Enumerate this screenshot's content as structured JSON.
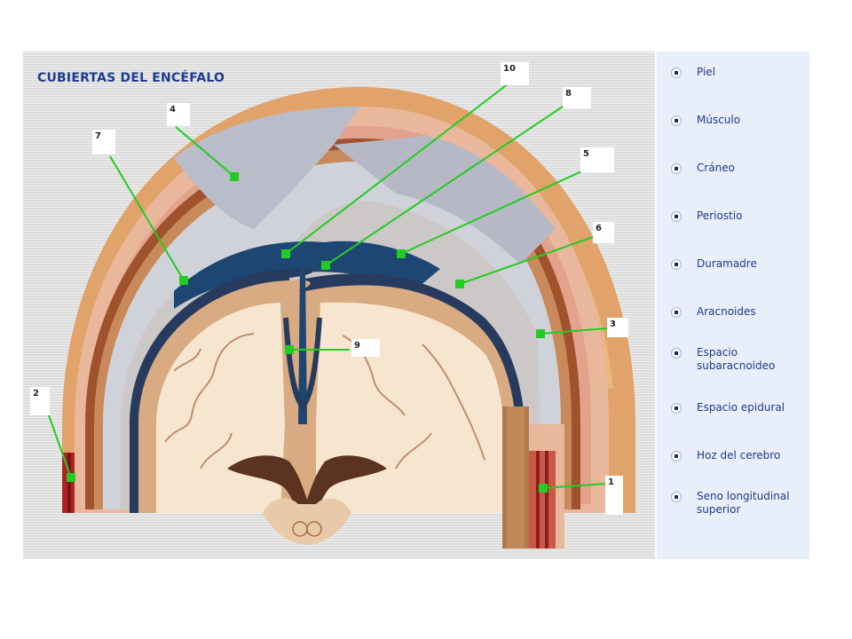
{
  "title": "CUBIERTAS DEL ENCÉFALO",
  "callouts": [
    "1",
    "2",
    "3",
    "4",
    "5",
    "6",
    "7",
    "8",
    "9",
    "10"
  ],
  "legend": [
    "Piel",
    "Músculo",
    "Cráneo",
    "Periostio",
    "Duramadre",
    "Aracnoides",
    "Espacio subaracnoideo",
    "Espacio epidural",
    "Hoz del cerebro",
    "Seno longitudinal superior"
  ],
  "colors": {
    "title": "#1f3b8c",
    "leader_line": "#22cc22",
    "panel_right_bg": "#e8eefa",
    "skin": "#e1a36a",
    "bone": "#a0522d",
    "dura": "#1e4673",
    "cortex": "#d8ab82",
    "white_matter": "#f6e6cf"
  }
}
